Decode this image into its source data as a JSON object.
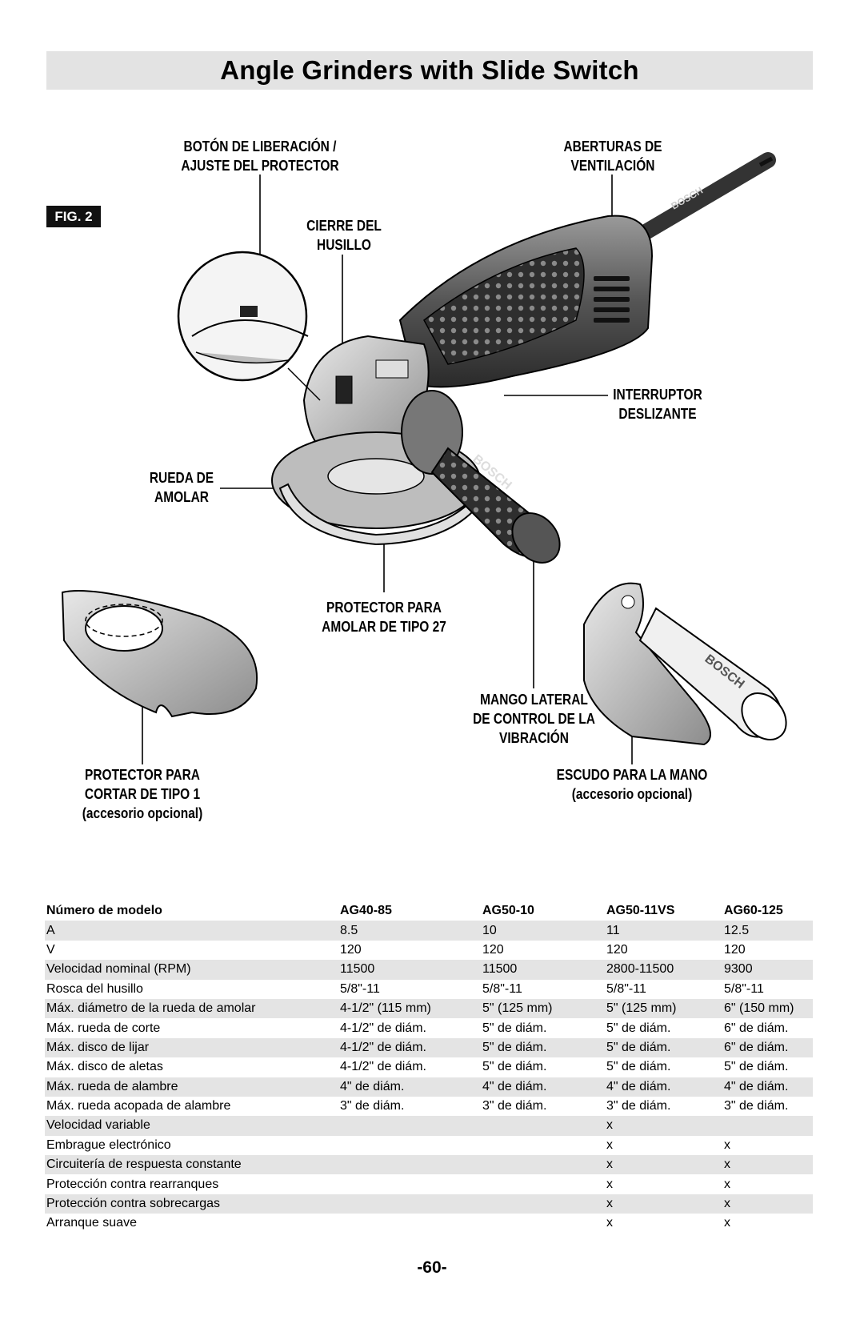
{
  "title": "Angle Grinders with Slide Switch",
  "fig_label": "FIG. 2",
  "callouts": {
    "guard_release": [
      "BOTÓN DE LIBERACIÓN /",
      "AJUSTE DEL PROTECTOR"
    ],
    "vents": [
      "ABERTURAS DE",
      "VENTILACIÓN"
    ],
    "spindle_lock": [
      "CIERRE DEL",
      "HUSILLO"
    ],
    "slide_switch": [
      "INTERRUPTOR",
      "DESLIZANTE"
    ],
    "grinding_wheel": [
      "RUEDA DE",
      "AMOLAR"
    ],
    "type27_guard": [
      "PROTECTOR PARA",
      "AMOLAR DE TIPO 27"
    ],
    "side_handle": [
      "MANGO LATERAL",
      "DE CONTROL DE LA",
      "VIBRACIÓN"
    ],
    "type1_guard": [
      "PROTECTOR PARA",
      "CORTAR DE TIPO 1",
      "(accesorio opcional)"
    ],
    "hand_shield": [
      "ESCUDO PARA LA MANO",
      "(accesorio opcional)"
    ]
  },
  "brand_marks": [
    "BOSCH",
    "BOSCH",
    "BOSCH"
  ],
  "specs": {
    "headers": [
      "Número de modelo",
      "AG40-85",
      "AG50-10",
      "AG50-11VS",
      "AG60-125"
    ],
    "rows": [
      [
        "A",
        "8.5",
        "10",
        "11",
        "12.5"
      ],
      [
        "V",
        "120",
        "120",
        "120",
        "120"
      ],
      [
        "Velocidad nominal (RPM)",
        "11500",
        "11500",
        "2800-11500",
        "9300"
      ],
      [
        "Rosca del husillo",
        "5/8\"-11",
        "5/8\"-11",
        "5/8\"-11",
        "5/8\"-11"
      ],
      [
        "Máx. diámetro de la rueda de amolar",
        "4-1/2\" (115 mm)",
        "5\" (125 mm)",
        "5\" (125 mm)",
        "6\" (150 mm)"
      ],
      [
        "Máx. rueda de corte",
        "4-1/2\" de diám.",
        "5\" de diám.",
        "5\" de diám.",
        "6\" de diám."
      ],
      [
        "Máx. disco de lijar",
        "4-1/2\" de diám.",
        "5\" de diám.",
        "5\" de diám.",
        "6\" de diám."
      ],
      [
        "Máx. disco de aletas",
        "4-1/2\" de diám.",
        "5\" de diám.",
        "5\" de diám.",
        "5\" de diám."
      ],
      [
        "Máx. rueda de alambre",
        "4\" de diám.",
        "4\" de diám.",
        "4\" de diám.",
        "4\" de diám."
      ],
      [
        "Máx. rueda acopada de alambre",
        "3\" de diám.",
        "3\" de diám.",
        "3\" de diám.",
        "3\" de diám."
      ],
      [
        "Velocidad variable",
        "",
        "",
        "x",
        ""
      ],
      [
        "Embrague electrónico",
        "",
        "",
        "x",
        "x"
      ],
      [
        "Circuitería de respuesta constante",
        "",
        "",
        "x",
        "x"
      ],
      [
        "Protección contra rearranques",
        "",
        "",
        "x",
        "x"
      ],
      [
        "Protección contra sobrecargas",
        "",
        "",
        "x",
        "x"
      ],
      [
        "Arranque suave",
        "",
        "",
        "x",
        "x"
      ]
    ]
  },
  "page_number": "-60-"
}
